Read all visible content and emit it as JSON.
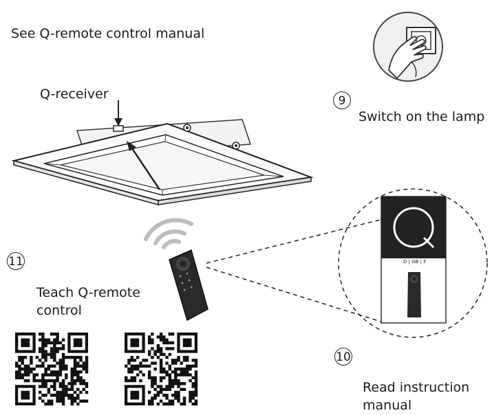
{
  "labels": {
    "manual_ref": "See Q-remote control manual",
    "receiver": "Q-receiver",
    "switch_on": "Switch on the lamp",
    "teach": "Teach Q-remote\ncontrol",
    "teach_line1": "Teach Q-remote",
    "teach_line2": "control",
    "read_line1": "Read instruction",
    "read_line2": "manual",
    "manual_lang": "D | GB | F"
  },
  "steps": {
    "switch": "9",
    "read": "10",
    "teach": "11"
  },
  "colors": {
    "ink": "#1a1a1a",
    "qr_dark": "#111111",
    "signal_gray": "#bdbdbd",
    "remote_body": "#2a2a2a",
    "manual_cover": "#222222"
  },
  "icons": [
    "wall-switch-icon",
    "hand-icon",
    "remote-control-icon",
    "signal-waves-icon",
    "manual-booklet-icon",
    "q-logo-icon",
    "qr-code-icon"
  ]
}
